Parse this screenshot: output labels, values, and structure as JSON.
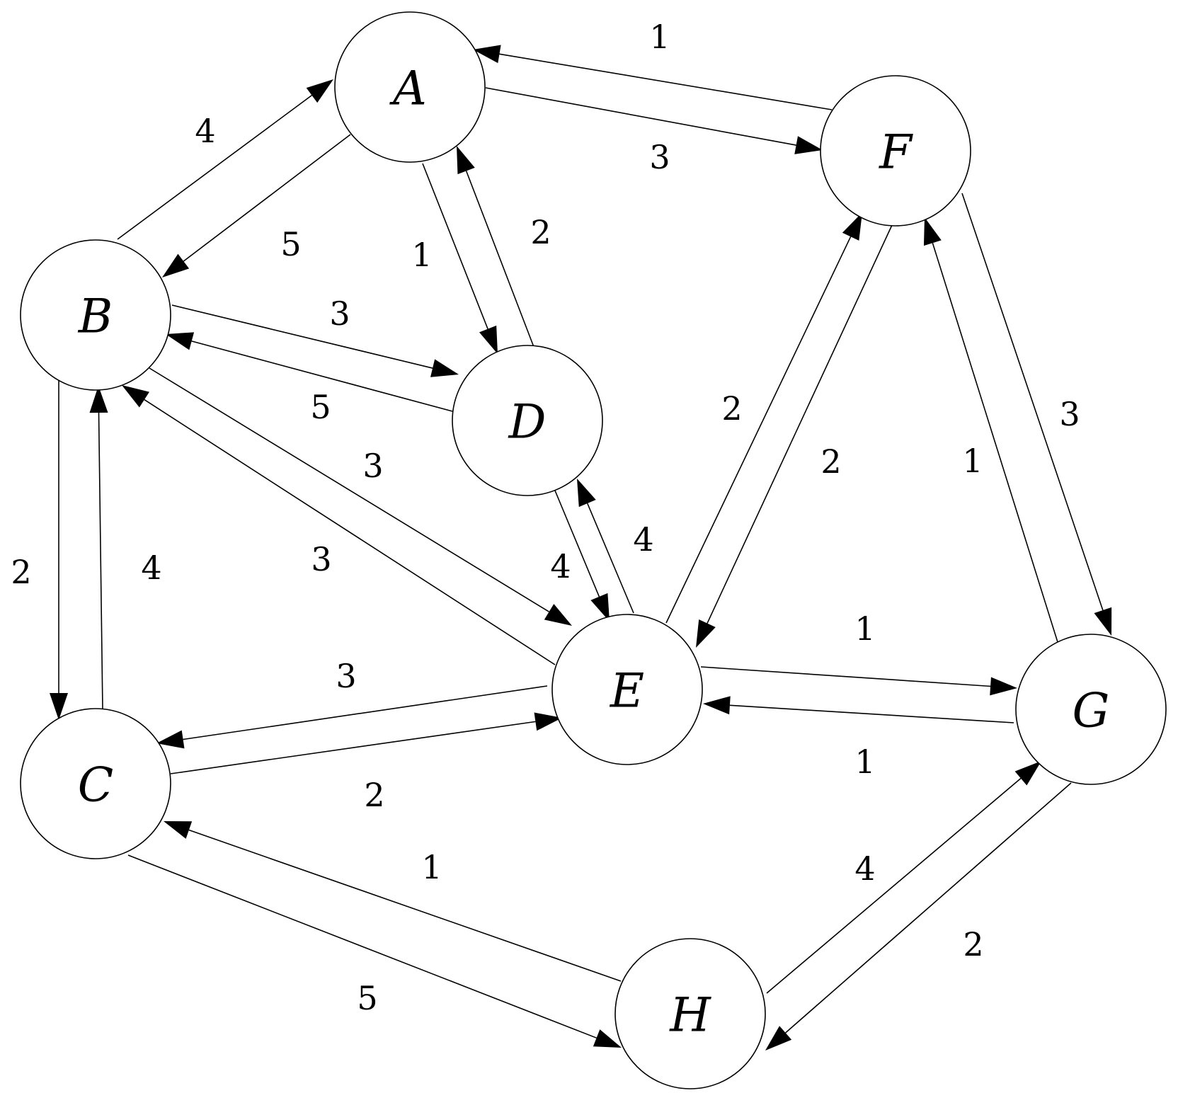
{
  "nodes": [
    {
      "id": "A",
      "label": "A"
    },
    {
      "id": "B",
      "label": "B"
    },
    {
      "id": "C",
      "label": "C"
    },
    {
      "id": "D",
      "label": "D"
    },
    {
      "id": "E",
      "label": "E"
    },
    {
      "id": "F",
      "label": "F"
    },
    {
      "id": "G",
      "label": "G"
    },
    {
      "id": "H",
      "label": "H"
    }
  ],
  "edges": [
    {
      "from": "F",
      "to": "A",
      "weight": "1"
    },
    {
      "from": "A",
      "to": "F",
      "weight": "3"
    },
    {
      "from": "B",
      "to": "A",
      "weight": "4"
    },
    {
      "from": "A",
      "to": "B",
      "weight": "5"
    },
    {
      "from": "A",
      "to": "D",
      "weight": "1"
    },
    {
      "from": "D",
      "to": "A",
      "weight": "2"
    },
    {
      "from": "B",
      "to": "D",
      "weight": "3"
    },
    {
      "from": "D",
      "to": "B",
      "weight": "5"
    },
    {
      "from": "B",
      "to": "E",
      "weight": "3"
    },
    {
      "from": "E",
      "to": "B",
      "weight": "3"
    },
    {
      "from": "B",
      "to": "C",
      "weight": "2"
    },
    {
      "from": "C",
      "to": "B",
      "weight": "4"
    },
    {
      "from": "D",
      "to": "E",
      "weight": "4"
    },
    {
      "from": "E",
      "to": "D",
      "weight": "4"
    },
    {
      "from": "E",
      "to": "F",
      "weight": "2"
    },
    {
      "from": "F",
      "to": "E",
      "weight": "2"
    },
    {
      "from": "F",
      "to": "G",
      "weight": "3"
    },
    {
      "from": "G",
      "to": "F",
      "weight": "1"
    },
    {
      "from": "E",
      "to": "G",
      "weight": "1"
    },
    {
      "from": "G",
      "to": "E",
      "weight": "1"
    },
    {
      "from": "E",
      "to": "C",
      "weight": "3"
    },
    {
      "from": "C",
      "to": "E",
      "weight": "2"
    },
    {
      "from": "H",
      "to": "C",
      "weight": "1"
    },
    {
      "from": "C",
      "to": "H",
      "weight": "5"
    },
    {
      "from": "H",
      "to": "G",
      "weight": "4"
    },
    {
      "from": "G",
      "to": "H",
      "weight": "2"
    }
  ]
}
